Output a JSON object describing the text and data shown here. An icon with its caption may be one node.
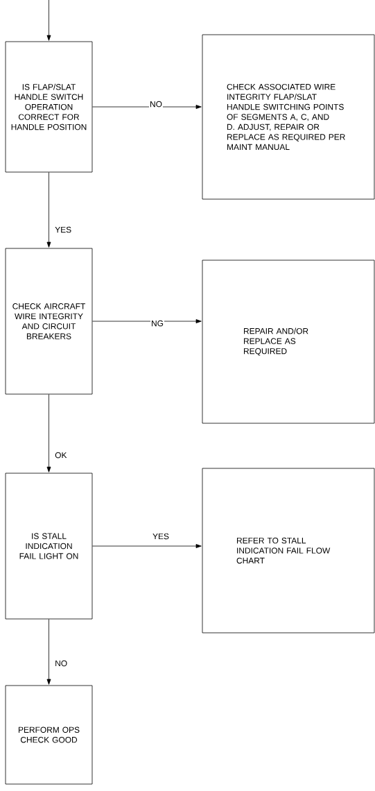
{
  "diagram": {
    "nodes": [
      {
        "text": [
          "IS FLAP/SLAT HANDLE SWITCH OPERATION CORRECT FOR HANDLE POSITION"
        ]
      },
      {
        "text": [
          "CHECK ASSOCIATED WIRE INTEGRITY FLAP/SLAT HANDLE SWITCHING POINTS OF SEGMENTS A, C, AND D. ADJUST, REPAIR OR REPLACE AS REQUIRED PER MAINT MANUAL"
        ]
      },
      {
        "text": [
          "CHECK AIRCRAFT WIRE INTEGRITY AND CIRCUIT BREAKERS"
        ]
      },
      {
        "text": [
          "REPAIR AND/OR REPLACE AS REQUIRED"
        ]
      },
      {
        "text": [
          "IS STALL INDICATION FAIL LIGHT ON"
        ]
      },
      {
        "text": [
          "REFER TO STALL INDICATION FAIL FLOW CHART"
        ]
      },
      {
        "text": [
          "PERFORM OPS CHECK GOOD"
        ]
      }
    ],
    "edges": [
      {
        "from": null,
        "to": 0,
        "arrow": "to"
      },
      {
        "from": 0,
        "to": 1,
        "arrow": "to",
        "label": "NO"
      },
      {
        "from": 0,
        "to": 2,
        "arrow": "to",
        "label": "YES"
      },
      {
        "from": 2,
        "to": 3,
        "arrow": "to",
        "label": "NG"
      },
      {
        "from": 2,
        "to": 4,
        "arrow": "to",
        "label": "OK"
      },
      {
        "from": 4,
        "to": 5,
        "arrow": "to",
        "label": "YES"
      },
      {
        "from": 4,
        "to": 6,
        "arrow": "to",
        "label": "NO"
      }
    ]
  }
}
